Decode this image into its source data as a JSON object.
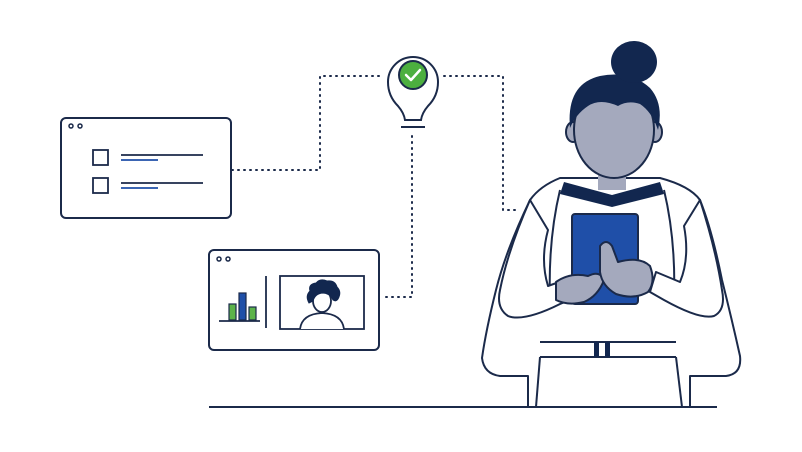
{
  "illustration": {
    "colors": {
      "navy": "#12274f",
      "line": "#1b2a4a",
      "skin": "#a4a9bd",
      "tablet": "#1f4fa8",
      "check_green": "#4caf3f",
      "bar_green": "#5cb34a",
      "bar_blue": "#1f4fa8",
      "white": "#ffffff"
    },
    "checklist_window": {
      "icon": "checklist-window",
      "checkbox_count": 2,
      "checked_count": 0
    },
    "media_window": {
      "icon": "chart-and-video-window",
      "bar_chart_levels": [
        0.45,
        0.75,
        0.35
      ],
      "bar_colors": [
        "green",
        "blue",
        "green"
      ]
    },
    "lightbulb": {
      "icon": "lightbulb-checkmark-icon"
    },
    "person": {
      "icon": "woman-holding-tablet"
    }
  }
}
